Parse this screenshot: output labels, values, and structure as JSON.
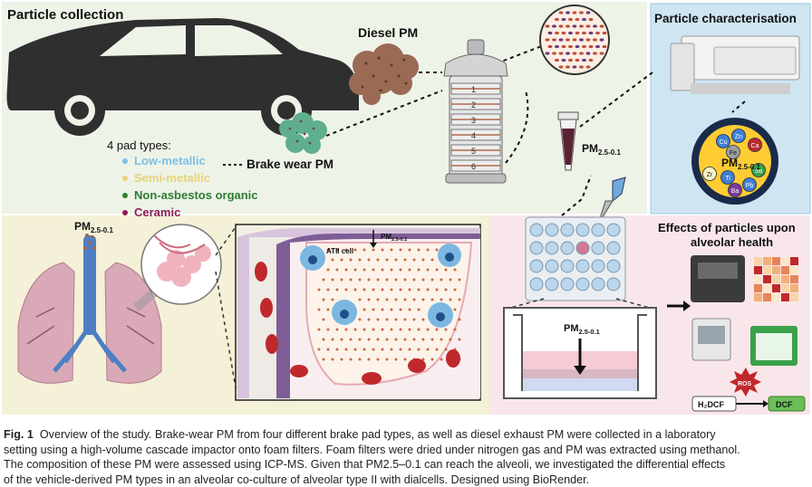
{
  "figure": {
    "particle_collection_title": "Particle collection",
    "diesel_label": "Diesel PM",
    "brake_wear_label": "Brake wear PM",
    "pad_types_title": "4 pad types:",
    "pad_types": [
      {
        "label": "Low-metallic",
        "color": "#7fbfe6"
      },
      {
        "label": "Semi-metallic",
        "color": "#e8d37a"
      },
      {
        "label": "Non-asbestos organic",
        "color": "#2e7d32"
      },
      {
        "label": "Ceramic",
        "color": "#8e1d5a"
      }
    ],
    "impactor_stages": [
      "1",
      "2",
      "3",
      "4",
      "5",
      "6"
    ],
    "tube_label_main": "PM",
    "tube_label_sub": "2.5-0.1",
    "characterisation_title": "Particle characterisation",
    "elements": [
      "Cu",
      "Zn",
      "Ca",
      "Fe",
      "Zr",
      "Ti",
      "Pb",
      "Sb",
      "Ba"
    ],
    "element_center_main": "PM",
    "element_center_sub": "2.5-0.1",
    "lung_label_main": "PM",
    "lung_label_sub": "2.5-0.1",
    "alveolus_label_main": "PM",
    "alveolus_label_sub": "2.5-0.1",
    "atii_label": "ATII cell",
    "well_label_main": "PM",
    "well_label_sub": "2.5-0.1",
    "effects_title_line1": "Effects of particles upon",
    "effects_title_line2": "alveolar health",
    "ros_label": "ROS",
    "h2dcf_label": "H₂DCF",
    "dcf_label": "DCF",
    "colors": {
      "top_panel_bg": "#eef3e8",
      "char_panel_bg": "#cfe6f2",
      "bottom_left_bg": "#f4f1d8",
      "bottom_right_bg": "#f9e6ea",
      "car": "#2f2f2f",
      "particle": "#b07858"
    }
  },
  "caption": {
    "fig_label": "Fig. 1",
    "line1": "Overview of the study. Brake-wear PM from four different brake pad types, as well as diesel exhaust PM were collected in a laboratory",
    "line2": "setting using a high-volume cascade impactor onto foam filters. Foam filters were dried under nitrogen gas and PM was extracted using methanol.",
    "line3": "The composition of these PM were assessed using ICP-MS. Given that PM2.5–0.1 can reach the alveoli, we investigated the differential effects",
    "line4": "of the vehicle-derived PM types in an alveolar co-culture of alveolar type II with dialcells. Designed using BioRender."
  }
}
